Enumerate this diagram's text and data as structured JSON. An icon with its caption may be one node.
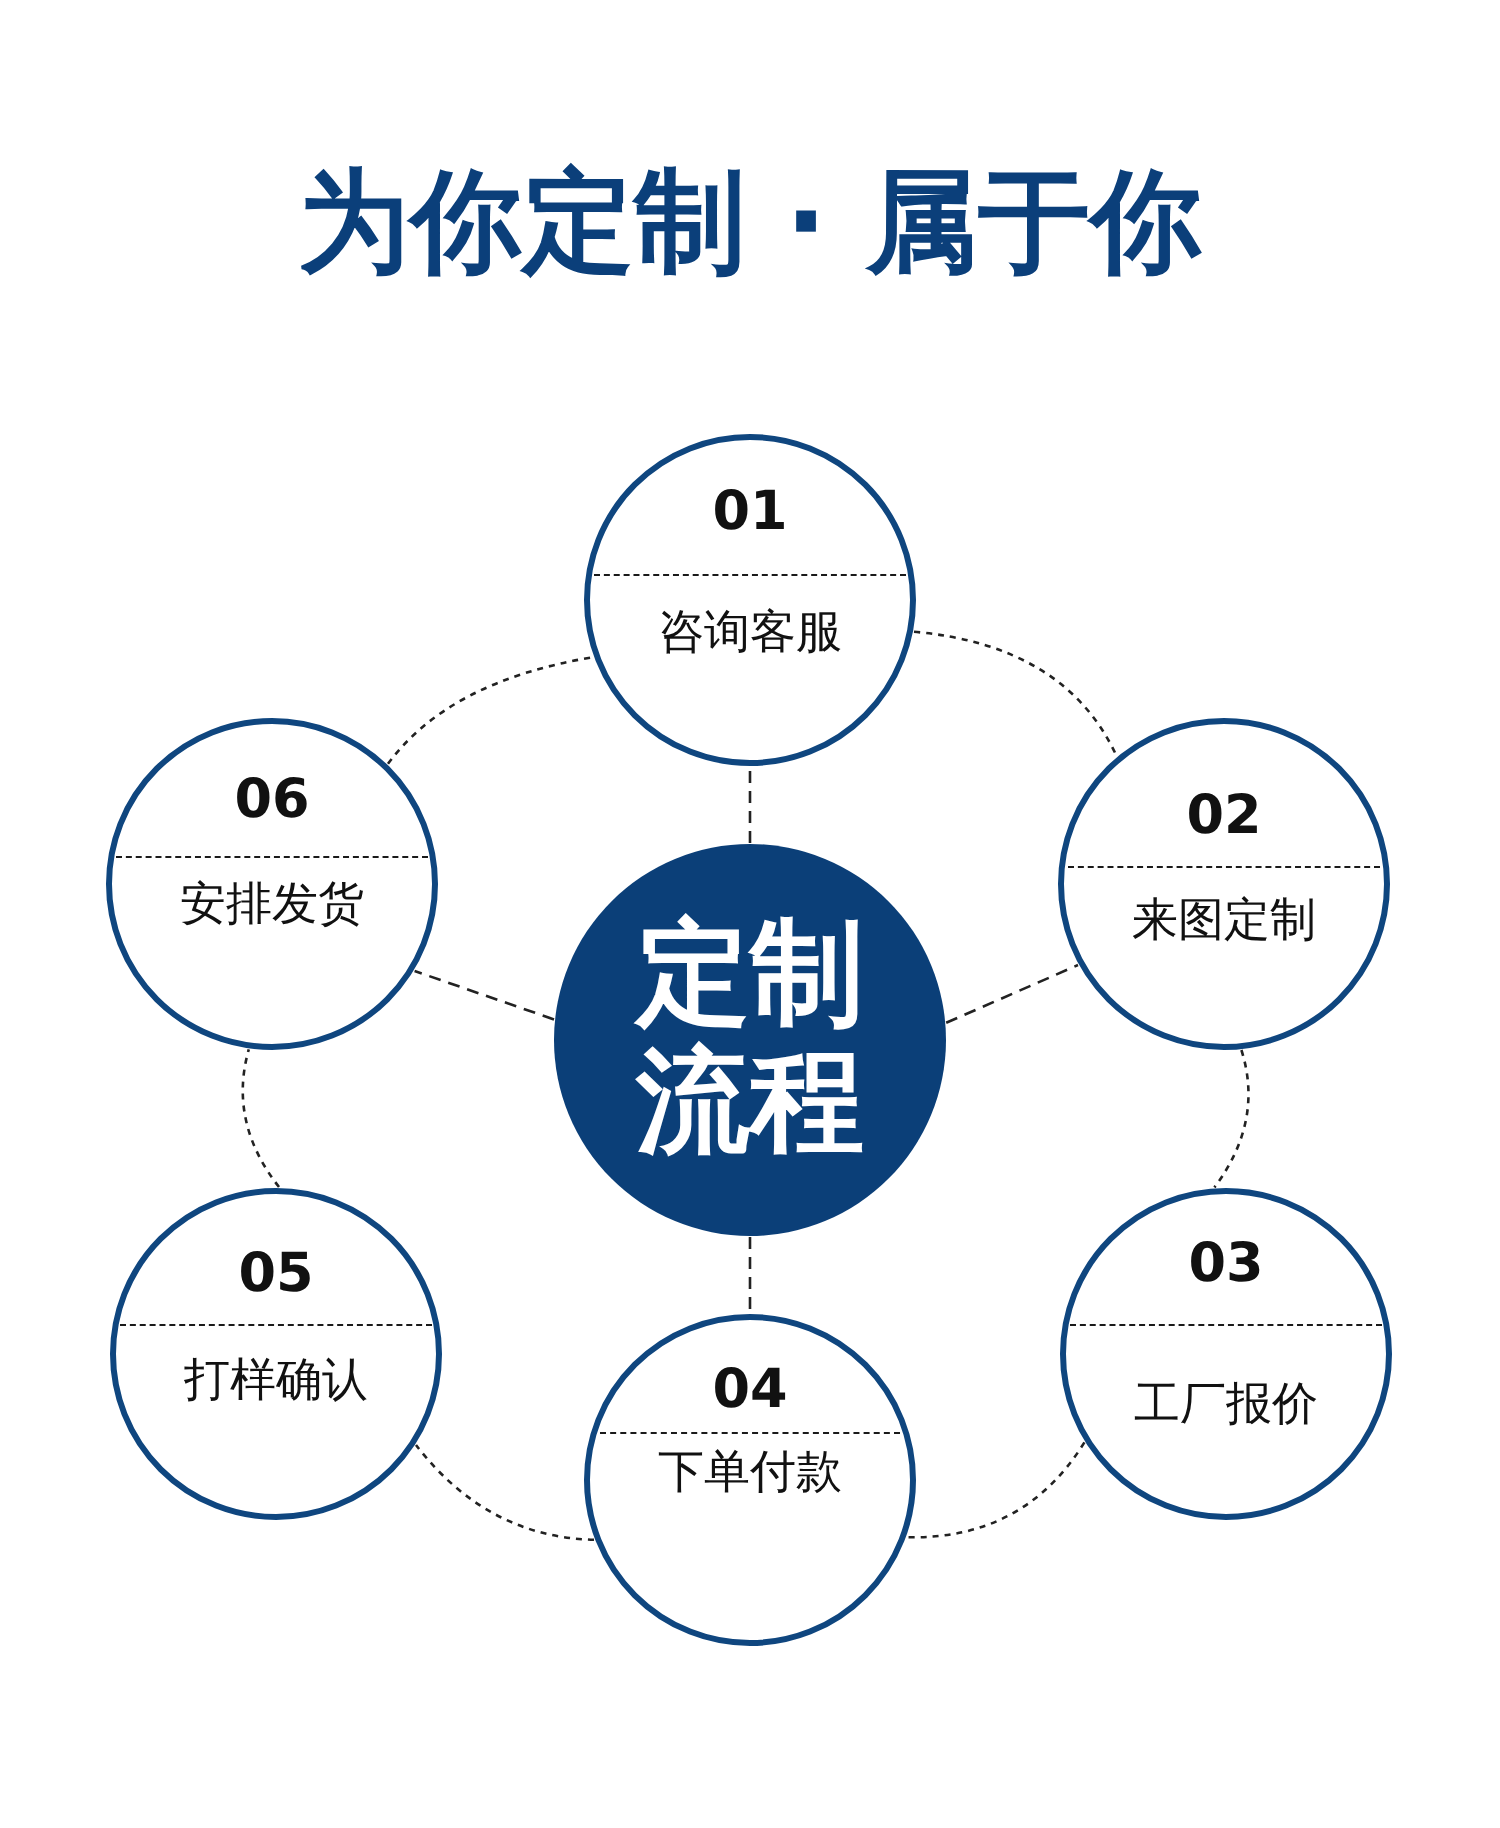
{
  "diagram": {
    "title": "为你定制 · 属于你",
    "nodes": [
      {
        "text": [
          "01",
          "咨询客服"
        ]
      },
      {
        "text": [
          "02",
          "来图定制"
        ]
      },
      {
        "text": [
          "03",
          "工厂报价"
        ]
      },
      {
        "text": [
          "04",
          "下单付款"
        ]
      },
      {
        "text": [
          "05",
          "打样确认"
        ]
      },
      {
        "text": [
          "06",
          "安排发货"
        ]
      },
      {
        "text": [
          "定制流程"
        ]
      }
    ],
    "edges": [
      {
        "from": 0,
        "to": 1,
        "arrow": "none",
        "style": "dashed"
      },
      {
        "from": 1,
        "to": 2,
        "arrow": "none",
        "style": "dashed"
      },
      {
        "from": 2,
        "to": 3,
        "arrow": "none",
        "style": "dashed"
      },
      {
        "from": 3,
        "to": 4,
        "arrow": "none",
        "style": "dashed"
      },
      {
        "from": 4,
        "to": 5,
        "arrow": "none",
        "style": "dashed"
      },
      {
        "from": 5,
        "to": 0,
        "arrow": "none",
        "style": "dashed"
      },
      {
        "from": 6,
        "to": 0,
        "arrow": "none",
        "style": "dashed"
      },
      {
        "from": 6,
        "to": 1,
        "arrow": "none",
        "style": "dashed"
      },
      {
        "from": 6,
        "to": 3,
        "arrow": "none",
        "style": "dashed"
      },
      {
        "from": 6,
        "to": 5,
        "arrow": "none",
        "style": "dashed"
      }
    ]
  }
}
